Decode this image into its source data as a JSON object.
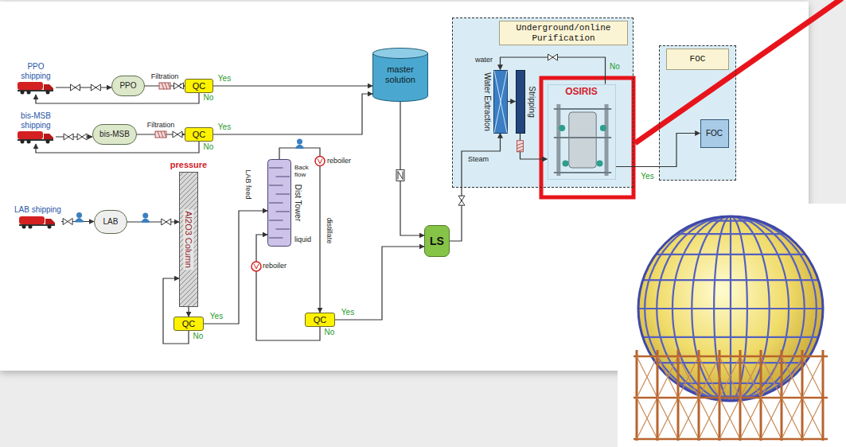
{
  "diagram": {
    "nodes": [
      {
        "text": [
          "PPO shipping"
        ]
      },
      {
        "text": [
          "PPO"
        ]
      },
      {
        "text": [
          "QC"
        ]
      },
      {
        "text": [
          "bis-MSB shipping"
        ]
      },
      {
        "text": [
          "bis-MSB"
        ]
      },
      {
        "text": [
          "QC"
        ]
      },
      {
        "text": [
          "master solution"
        ]
      },
      {
        "text": [
          "LAB shipping"
        ]
      },
      {
        "text": [
          "LAB"
        ]
      },
      {
        "text": [
          "pressure",
          "Al2O3 Column"
        ]
      },
      {
        "text": [
          "QC"
        ]
      },
      {
        "text": [
          "Dist Tower"
        ]
      },
      {
        "text": [
          "QC"
        ]
      },
      {
        "text": [
          "LS"
        ]
      },
      {
        "text": [
          "Underground/online Purification"
        ]
      },
      {
        "text": [
          "Water Extraction"
        ],
        "in": 14
      },
      {
        "text": [
          "Stripping"
        ],
        "in": 14
      },
      {
        "text": [
          "OSIRIS"
        ],
        "in": 14
      },
      {
        "text": [
          "FOC"
        ]
      },
      {
        "text": [
          "FOC"
        ],
        "in": 18
      }
    ],
    "edges": [
      {
        "from": 0,
        "to": 1,
        "arrow": "to"
      },
      {
        "from": 1,
        "to": 2,
        "label": "Filtration",
        "arrow": "to"
      },
      {
        "from": 2,
        "to": 6,
        "label": "Yes",
        "arrow": "to"
      },
      {
        "from": 2,
        "to": 0,
        "label": "No",
        "arrow": "to"
      },
      {
        "from": 3,
        "to": 4,
        "arrow": "to"
      },
      {
        "from": 4,
        "to": 5,
        "label": "Filtration",
        "arrow": "to"
      },
      {
        "from": 5,
        "to": 6,
        "label": "Yes",
        "arrow": "to"
      },
      {
        "from": 5,
        "to": 3,
        "label": "No",
        "arrow": "to"
      },
      {
        "from": 7,
        "to": 8,
        "arrow": "to"
      },
      {
        "from": 8,
        "to": 9,
        "arrow": "to"
      },
      {
        "from": 9,
        "to": 10,
        "arrow": "to"
      },
      {
        "from": 10,
        "to": 11,
        "label": "Yes",
        "arrow": "to"
      },
      {
        "from": 10,
        "to": 9,
        "label": "No",
        "arrow": "to"
      },
      {
        "from": 11,
        "to": 12,
        "arrow": "to"
      },
      {
        "from": 12,
        "to": 13,
        "label": "Yes",
        "arrow": "to"
      },
      {
        "from": 12,
        "to": 11,
        "label": "No",
        "arrow": "to"
      },
      {
        "from": 6,
        "to": 13,
        "arrow": "to"
      },
      {
        "from": 13,
        "to": 15,
        "arrow": "to"
      },
      {
        "from": 15,
        "to": 16,
        "arrow": "to"
      },
      {
        "from": 16,
        "to": 17,
        "arrow": "to"
      },
      {
        "from": 17,
        "to": 19,
        "label": "Yes",
        "arrow": "to"
      },
      {
        "from": 17,
        "to": 15,
        "label": "No",
        "arrow": "to"
      }
    ],
    "labels": [
      "reboiler",
      "Back flow",
      "LAB feed",
      "distillate",
      "reboiler",
      "liquid",
      "water",
      "Steam"
    ]
  }
}
